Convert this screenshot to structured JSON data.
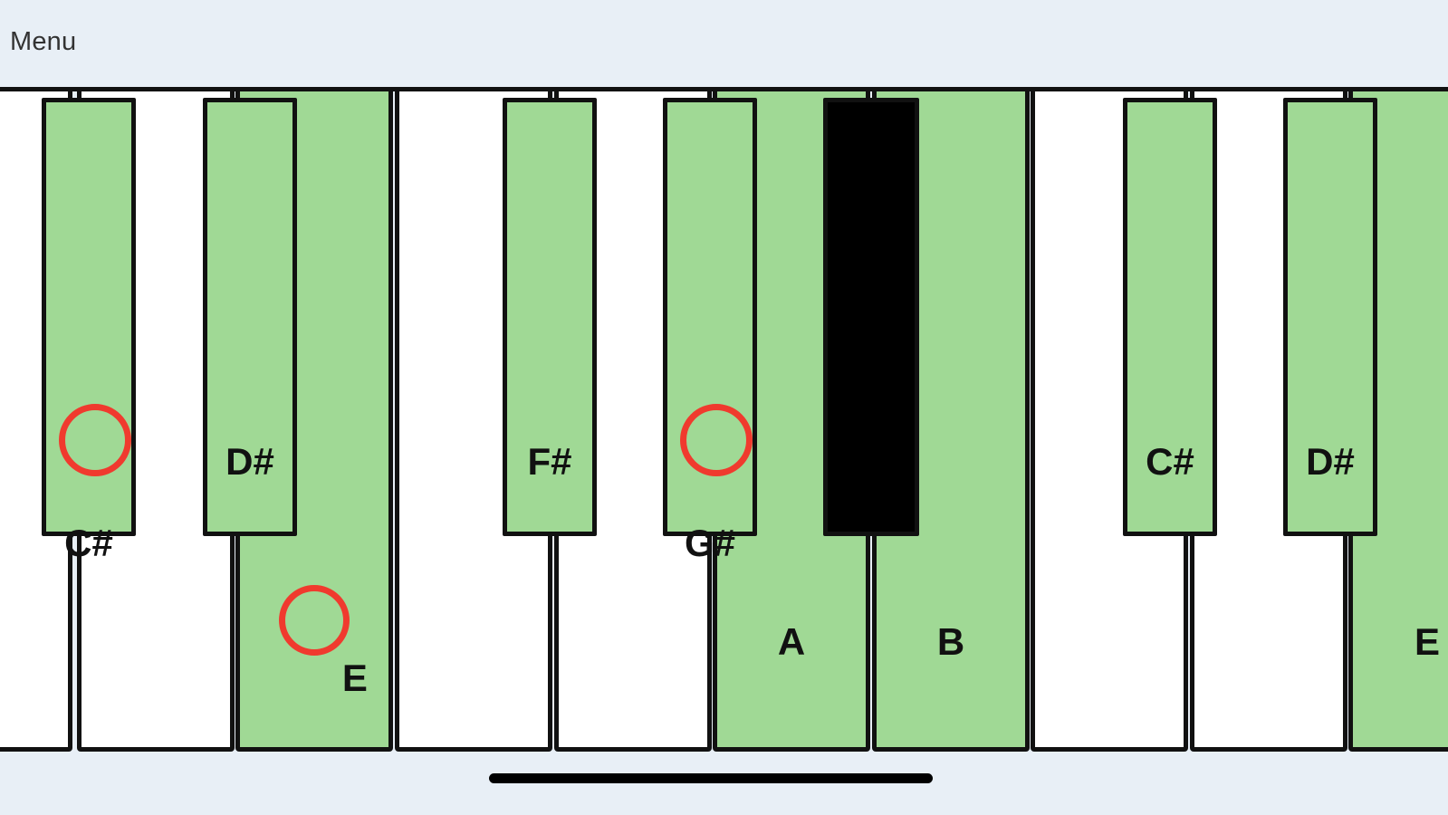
{
  "header": {
    "menu_label": "Menu"
  },
  "colors": {
    "highlight": "#a0d995",
    "marker": "#f03a2e",
    "background": "#e8eff6"
  },
  "keyboard": {
    "white_keys": [
      {
        "note": "C",
        "label": "",
        "highlighted": false,
        "marked": false
      },
      {
        "note": "D",
        "label": "",
        "highlighted": false,
        "marked": false
      },
      {
        "note": "E",
        "label": "E",
        "highlighted": true,
        "marked": true
      },
      {
        "note": "F",
        "label": "",
        "highlighted": false,
        "marked": false
      },
      {
        "note": "G",
        "label": "",
        "highlighted": false,
        "marked": false
      },
      {
        "note": "A",
        "label": "A",
        "highlighted": true,
        "marked": false
      },
      {
        "note": "B",
        "label": "B",
        "highlighted": true,
        "marked": false
      },
      {
        "note": "C",
        "label": "",
        "highlighted": false,
        "marked": false
      },
      {
        "note": "D",
        "label": "",
        "highlighted": false,
        "marked": false
      },
      {
        "note": "E",
        "label": "E",
        "highlighted": true,
        "marked": false
      }
    ],
    "black_keys": [
      {
        "note": "C#",
        "label": "C#",
        "highlighted": true,
        "marked": true
      },
      {
        "note": "D#",
        "label": "D#",
        "highlighted": true,
        "marked": false
      },
      {
        "note": "F#",
        "label": "F#",
        "highlighted": true,
        "marked": false
      },
      {
        "note": "G#",
        "label": "G#",
        "highlighted": true,
        "marked": true
      },
      {
        "note": "A#",
        "label": "",
        "highlighted": false,
        "marked": false
      },
      {
        "note": "C#",
        "label": "C#",
        "highlighted": true,
        "marked": false
      },
      {
        "note": "D#",
        "label": "D#",
        "highlighted": true,
        "marked": false
      }
    ]
  }
}
